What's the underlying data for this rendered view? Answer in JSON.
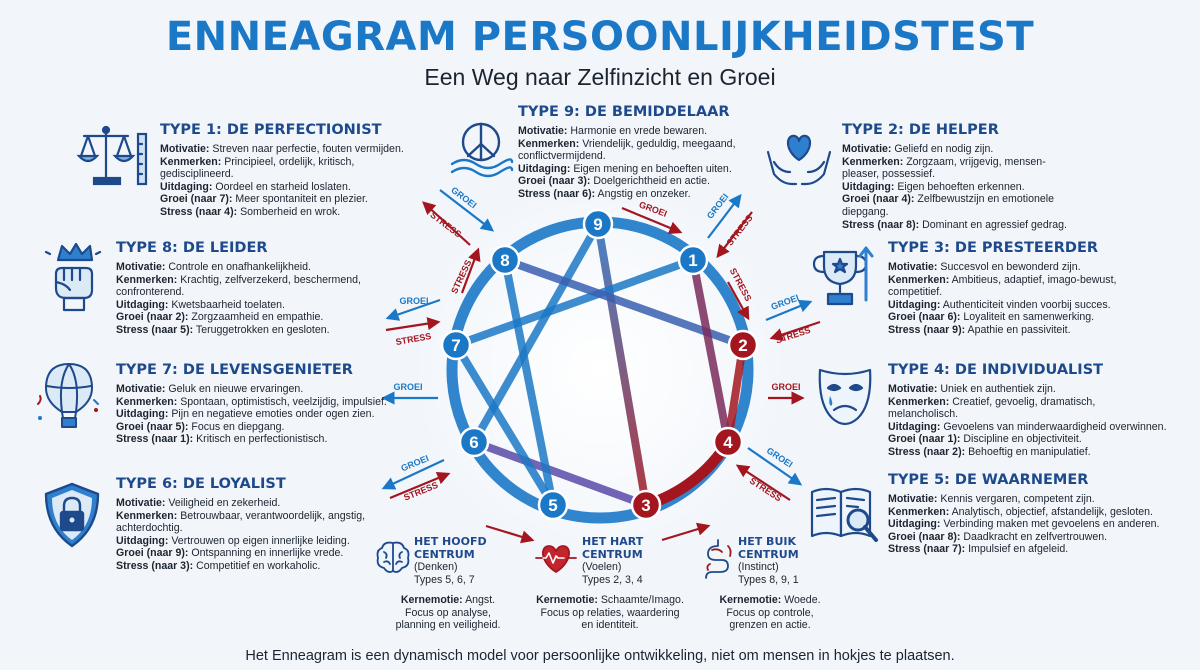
{
  "header": {
    "title": "ENNEAGRAM PERSOONLIJKHEIDSTEST",
    "subtitle": "Een Weg naar Zelfinzicht en Groei"
  },
  "colors": {
    "blue": "#1b78c6",
    "navy": "#1e4a8c",
    "red": "#a3161f",
    "background": "#f2f6fb"
  },
  "arrow_labels": {
    "growth": "GROEI",
    "stress": "STRESS"
  },
  "types": [
    {
      "id": "t1",
      "heading": "TYPE 1: DE PERFECTIONIST",
      "icon": "scales-icon",
      "lines": [
        {
          "label": "Motivatie:",
          "text": "Streven naar perfectie, fouten vermijden."
        },
        {
          "label": "Kenmerken:",
          "text": "Principieel, ordelijk, kritisch, gedisciplineerd."
        },
        {
          "label": "Uitdaging:",
          "text": "Oordeel en starheid loslaten."
        },
        {
          "label": "Groei (naar 7):",
          "text": "Meer spontaniteit en plezier."
        },
        {
          "label": "Stress (naar 4):",
          "text": "Somberheid en wrok."
        }
      ]
    },
    {
      "id": "t2",
      "heading": "TYPE 2: DE HELPER",
      "icon": "heart-hands-icon",
      "lines": [
        {
          "label": "Motivatie:",
          "text": "Geliefd en nodig zijn."
        },
        {
          "label": "Kenmerken:",
          "text": "Zorgzaam, vrijgevig, mensen-pleaser, possessief."
        },
        {
          "label": "Uitdaging:",
          "text": "Eigen behoeften erkennen."
        },
        {
          "label": "Groei (naar 4):",
          "text": "Zelfbewustzijn en emotionele diepgang."
        },
        {
          "label": "Stress (naar 8):",
          "text": "Dominant en agressief gedrag."
        }
      ]
    },
    {
      "id": "t3",
      "heading": "TYPE 3: DE PRESTEERDER",
      "icon": "trophy-icon",
      "lines": [
        {
          "label": "Motivatie:",
          "text": "Succesvol en bewonderd zijn."
        },
        {
          "label": "Kenmerken:",
          "text": "Ambitieus, adaptief, imago-bewust, competitief."
        },
        {
          "label": "Uitdaging:",
          "text": "Authenticiteit vinden voorbij succes."
        },
        {
          "label": "Groei (naar 6):",
          "text": "Loyaliteit en samenwerking."
        },
        {
          "label": "Stress (naar 9):",
          "text": "Apathie en passiviteit."
        }
      ]
    },
    {
      "id": "t4",
      "heading": "TYPE 4: DE INDIVIDUALIST",
      "icon": "theater-mask-icon",
      "lines": [
        {
          "label": "Motivatie:",
          "text": "Uniek en authentiek zijn."
        },
        {
          "label": "Kenmerken:",
          "text": "Creatief, gevoelig, dramatisch, melancholisch."
        },
        {
          "label": "Uitdaging:",
          "text": "Gevoelens van minderwaardigheid overwinnen."
        },
        {
          "label": "Groei (naar 1):",
          "text": "Discipline en objectiviteit."
        },
        {
          "label": "Stress (naar 2):",
          "text": "Behoeftig en manipulatief."
        }
      ]
    },
    {
      "id": "t5",
      "heading": "TYPE 5: DE WAARNEMER",
      "icon": "book-magnifier-icon",
      "lines": [
        {
          "label": "Motivatie:",
          "text": "Kennis vergaren, competent zijn."
        },
        {
          "label": "Kenmerken:",
          "text": "Analytisch, objectief, afstandelijk, gesloten."
        },
        {
          "label": "Uitdaging:",
          "text": "Verbinding maken met gevoelens en anderen."
        },
        {
          "label": "Groei (naar 8):",
          "text": "Daadkracht en zelfvertrouwen."
        },
        {
          "label": "Stress (naar 7):",
          "text": "Impulsief en afgeleid."
        }
      ]
    },
    {
      "id": "t6",
      "heading": "TYPE 6: DE LOYALIST",
      "icon": "shield-lock-icon",
      "lines": [
        {
          "label": "Motivatie:",
          "text": "Veiligheid en zekerheid."
        },
        {
          "label": "Kenmerken:",
          "text": "Betrouwbaar, verantwoordelijk, angstig, achterdochtig."
        },
        {
          "label": "Uitdaging:",
          "text": "Vertrouwen op eigen innerlijke leiding."
        },
        {
          "label": "Groei (naar 9):",
          "text": "Ontspanning en innerlijke vrede."
        },
        {
          "label": "Stress (naar 3):",
          "text": "Competitief en workaholic."
        }
      ]
    },
    {
      "id": "t7",
      "heading": "TYPE 7: DE LEVENSGENIETER",
      "icon": "hot-air-balloon-icon",
      "lines": [
        {
          "label": "Motivatie:",
          "text": "Geluk en nieuwe ervaringen."
        },
        {
          "label": "Kenmerken:",
          "text": "Spontaan, optimistisch, veelzijdig, impulsief."
        },
        {
          "label": "Uitdaging:",
          "text": "Pijn en negatieve emoties onder ogen zien."
        },
        {
          "label": "Groei (naar 5):",
          "text": "Focus en diepgang."
        },
        {
          "label": "Stress (naar 1):",
          "text": "Kritisch en perfectionistisch."
        }
      ]
    },
    {
      "id": "t8",
      "heading": "TYPE 8: DE LEIDER",
      "icon": "crowned-fist-icon",
      "lines": [
        {
          "label": "Motivatie:",
          "text": "Controle en onafhankelijkheid."
        },
        {
          "label": "Kenmerken:",
          "text": "Krachtig, zelfverzekerd, beschermend, confronterend."
        },
        {
          "label": "Uitdaging:",
          "text": "Kwetsbaarheid toelaten."
        },
        {
          "label": "Groei (naar 2):",
          "text": "Zorgzaamheid en empathie."
        },
        {
          "label": "Stress (naar 5):",
          "text": "Teruggetrokken en gesloten."
        }
      ]
    },
    {
      "id": "t9",
      "heading": "TYPE 9: DE BEMIDDELAAR",
      "icon": "peace-sign-icon",
      "lines": [
        {
          "label": "Motivatie:",
          "text": "Harmonie en vrede bewaren."
        },
        {
          "label": "Kenmerken:",
          "text": "Vriendelijk, geduldig, meegaand, conflictvermijdend."
        },
        {
          "label": "Uitdaging:",
          "text": "Eigen mening en behoeften uiten."
        },
        {
          "label": "Groei (naar 3):",
          "text": "Doelgerichtheid en actie."
        },
        {
          "label": "Stress (naar 6):",
          "text": "Angstig en onzeker."
        }
      ]
    }
  ],
  "centers": [
    {
      "id": "head",
      "icon": "brain-icon",
      "name_lines": [
        "HET HOOFD",
        "CENTRUM",
        "(Denken)"
      ],
      "types": "Types 5, 6, 7",
      "emotion_lines": [
        {
          "label": "Kernemotie:",
          "text": "Angst."
        },
        {
          "text": "Focus op analyse,"
        },
        {
          "text": "planning en veiligheid."
        }
      ]
    },
    {
      "id": "heart",
      "icon": "heart-pulse-icon",
      "name_lines": [
        "HET HART",
        "CENTRUM",
        "(Voelen)"
      ],
      "types": "Types 2, 3, 4",
      "emotion_lines": [
        {
          "label": "Kernemotie:",
          "text": "Schaamte/Imago."
        },
        {
          "text": "Focus op relaties, waardering"
        },
        {
          "text": "en identiteit."
        }
      ]
    },
    {
      "id": "gut",
      "icon": "gut-icon",
      "name_lines": [
        "HET BUIK",
        "CENTRUM",
        "(Instinct)"
      ],
      "types": "Types 8, 9, 1",
      "emotion_lines": [
        {
          "label": "Kernemotie:",
          "text": "Woede."
        },
        {
          "text": "Focus op controle,"
        },
        {
          "text": "grenzen en actie."
        }
      ]
    }
  ],
  "diagram": {
    "nodes": [
      {
        "number": "9",
        "color": "#1b78c6"
      },
      {
        "number": "1",
        "color": "#1b78c6"
      },
      {
        "number": "2",
        "color": "#a3161f"
      },
      {
        "number": "4",
        "color": "#a3161f"
      },
      {
        "number": "3",
        "color": "#a3161f"
      },
      {
        "number": "5",
        "color": "#1b78c6"
      },
      {
        "number": "6",
        "color": "#1b78c6"
      },
      {
        "number": "7",
        "color": "#1b78c6"
      },
      {
        "number": "8",
        "color": "#1b78c6"
      }
    ]
  },
  "footer": {
    "text": "Het Enneagram is een dynamisch model voor persoonlijke ontwikkeling, niet om mensen in hokjes te plaatsen."
  }
}
